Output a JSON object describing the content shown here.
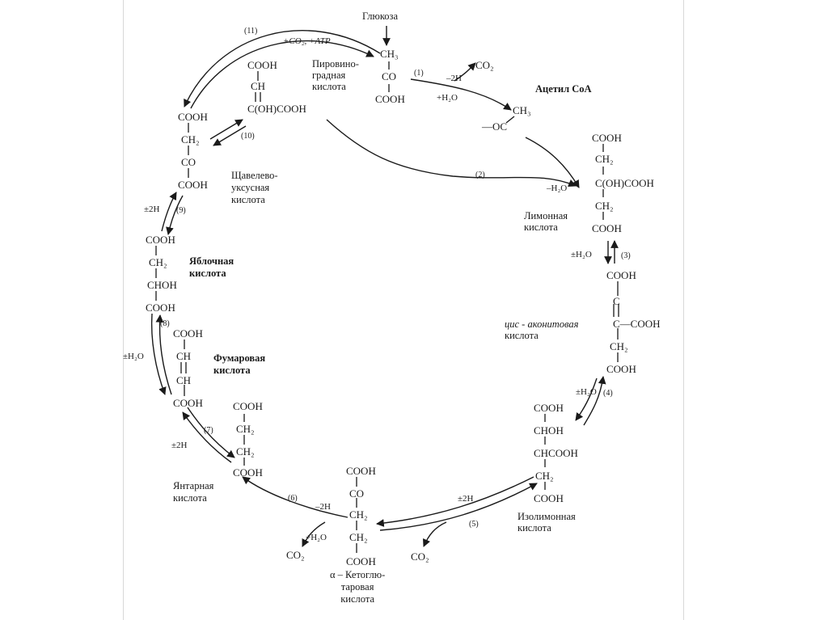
{
  "labels": {
    "glucose": "Глюкоза",
    "pyruvic": [
      "Пировино-",
      "градная",
      "кислота"
    ],
    "acetyl_coa": "Ацетил СоА",
    "citric": [
      "Лимонная",
      "кислота"
    ],
    "cis_aconitic": [
      "цис - аконитовая",
      "кислота"
    ],
    "isocitric": [
      "Изолимонная",
      "кислота"
    ],
    "alpha_ketoglutaric": [
      "α – Кетоглю-",
      "таровая",
      "кислота"
    ],
    "succinic": [
      "Янтарная",
      "кислота"
    ],
    "fumaric": [
      "Фумаровая",
      "кислота"
    ],
    "malic": [
      "Яблочная",
      "кислота"
    ],
    "oxaloacetic": [
      "Щавелево-",
      "уксусная",
      "кислота"
    ]
  },
  "steps": {
    "s1": "(1)",
    "s2": "(2)",
    "s3": "(3)",
    "s4": "(4)",
    "s5": "(5)",
    "s6": "(6)",
    "s7": "(7)",
    "s8": "(8)",
    "s9": "(9)",
    "s10": "(10)",
    "s11": "(11)"
  },
  "reactants": {
    "co2_atp": "+CO₂, +ATP",
    "minus2h_1": "–2H",
    "plus_h2o_1": "+H₂O",
    "co2_1": "CO₂",
    "minus_h2o_2": "–H₂O",
    "pm_h2o_3": "±H₂O",
    "pm_h2o_4": "±H₂O",
    "pm_2h_5": "±2H",
    "co2_5": "CO₂",
    "minus2h_6": "–2H",
    "plus_h2o_6": "+H₂O",
    "co2_6": "CO₂",
    "pm_2h_7": "±2H",
    "pm_h2o_8": "±H₂O",
    "pm_2h_9": "±2H"
  },
  "formulas": {
    "pyruvic": [
      "CH₃",
      "CO",
      "COOH"
    ],
    "acetyl": [
      "CH₃",
      "—OC"
    ],
    "citric": [
      "COOH",
      "CH₂",
      "C(OH)COOH",
      "CH₂",
      "COOH"
    ],
    "cis_aconitic": [
      "COOH",
      "C",
      "C—COOH",
      "CH₂",
      "COOH"
    ],
    "isocitric": [
      "COOH",
      "CHOH",
      "CHCOOH",
      "CH₂",
      "COOH"
    ],
    "alpha_kg": [
      "COOH",
      "CO",
      "CH₂",
      "CH₂",
      "COOH"
    ],
    "succinic": [
      "COOH",
      "CH₂",
      "CH₂",
      "COOH"
    ],
    "fumaric": [
      "COOH",
      "CH",
      "CH",
      "COOH"
    ],
    "malic": [
      "COOH",
      "CH₂",
      "CHOH",
      "COOH"
    ],
    "oxaloacetic": [
      "COOH",
      "CH₂",
      "CO",
      "COOH"
    ],
    "pep": [
      "COOH",
      "CH",
      "C(OH)COOH"
    ]
  },
  "colors": {
    "ink": "#1a1a1a",
    "frame": "#d8d8d8"
  }
}
